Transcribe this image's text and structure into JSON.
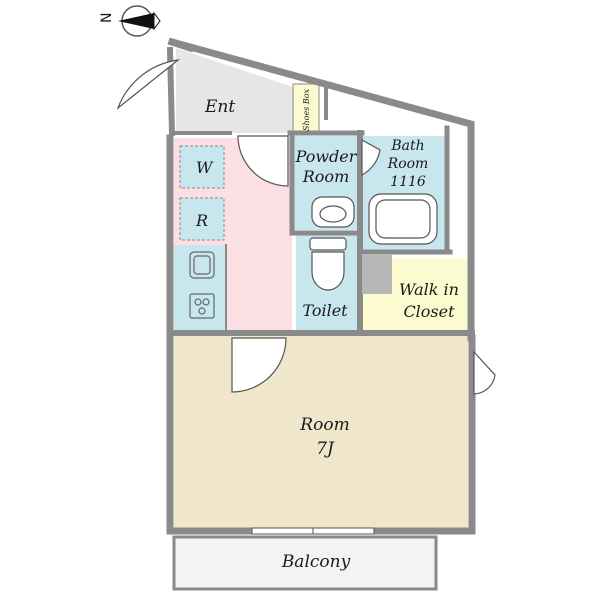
{
  "compass": {
    "north_label": "N",
    "icon": "north-arrow-icon"
  },
  "rooms": {
    "entrance": "Ent",
    "shoes_box": "Shoes Box",
    "washer": "W",
    "refrigerator": "R",
    "powder_room_line1": "Powder",
    "powder_room_line2": "Room",
    "bath_room_line1": "Bath",
    "bath_room_line2": "Room",
    "bath_room_size": "1116",
    "toilet": "Toilet",
    "walk_in_closet_line1": "Walk in",
    "walk_in_closet_line2": "Closet",
    "main_room": "Room",
    "main_room_size": "7J",
    "balcony": "Balcony"
  },
  "colors": {
    "wall": "#8a8a8a",
    "entrance": "#e6e6e6",
    "hallway": "#fbdfe3",
    "wet_area": "#c8e6ee",
    "closet": "#fbfbcf",
    "room": "#efe6cb",
    "balcony": "#f3f3f3"
  }
}
